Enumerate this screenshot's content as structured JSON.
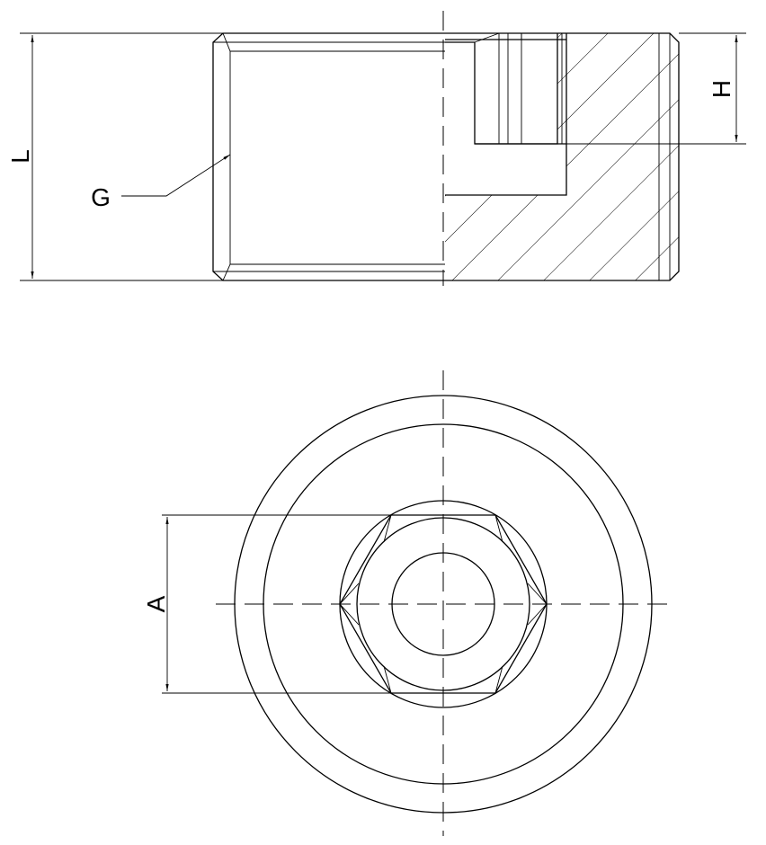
{
  "labels": {
    "length": "L",
    "thread": "G",
    "socket_depth": "H",
    "across_flats": "A"
  }
}
